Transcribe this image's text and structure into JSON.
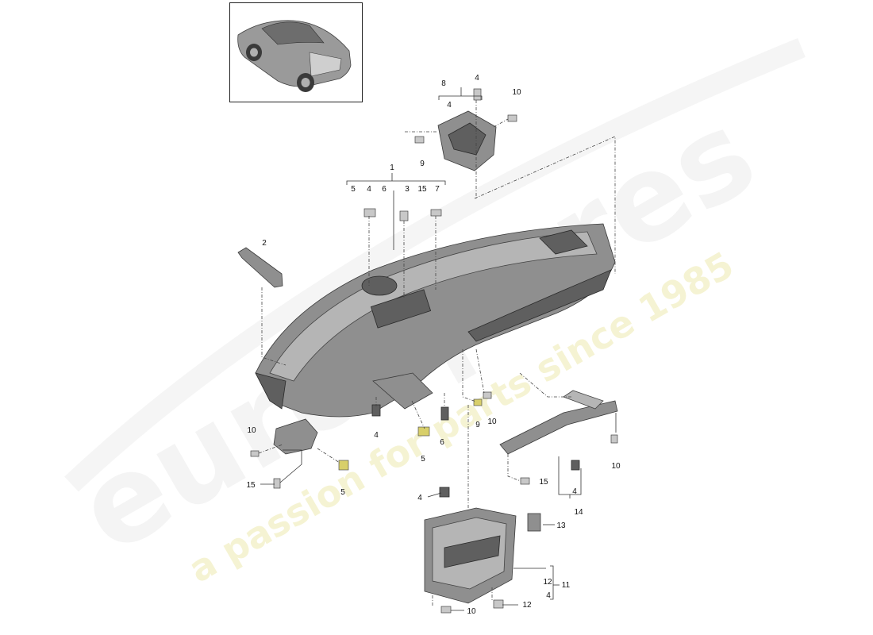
{
  "thumbnail": {
    "icon": "car-thumbnail-icon"
  },
  "callouts": {
    "dash_group": "1",
    "dash_sub": [
      "5",
      "4",
      "6",
      "3",
      "15",
      "7"
    ],
    "trim_strip": "2",
    "top_bracket_group": "8",
    "top_bracket_sub": "4",
    "top_clip": "4",
    "top_screw_right": "10",
    "top_screw_left": "9",
    "left_screw": "10",
    "left_clip": "15",
    "left_nut": "5",
    "lower_clip_4": "4",
    "lower_nut_5": "5",
    "lower_clip_6": "6",
    "mid_screw_9": "9",
    "mid_screw_10": "10",
    "crossmember_screw": "10",
    "crossmember_clip_15": "15",
    "crossmember_clip_4": "4",
    "crossmember_group": "14",
    "cage_clip_4": "4",
    "cage_part_13": "13",
    "cage_part_12a": "12",
    "cage_group": "11",
    "cage_sub_4": "4",
    "cage_screw_10": "10",
    "cage_part_12b": "12"
  },
  "watermark": {
    "brand": "eurospares",
    "tagline": "a passion for parts since 1985"
  }
}
